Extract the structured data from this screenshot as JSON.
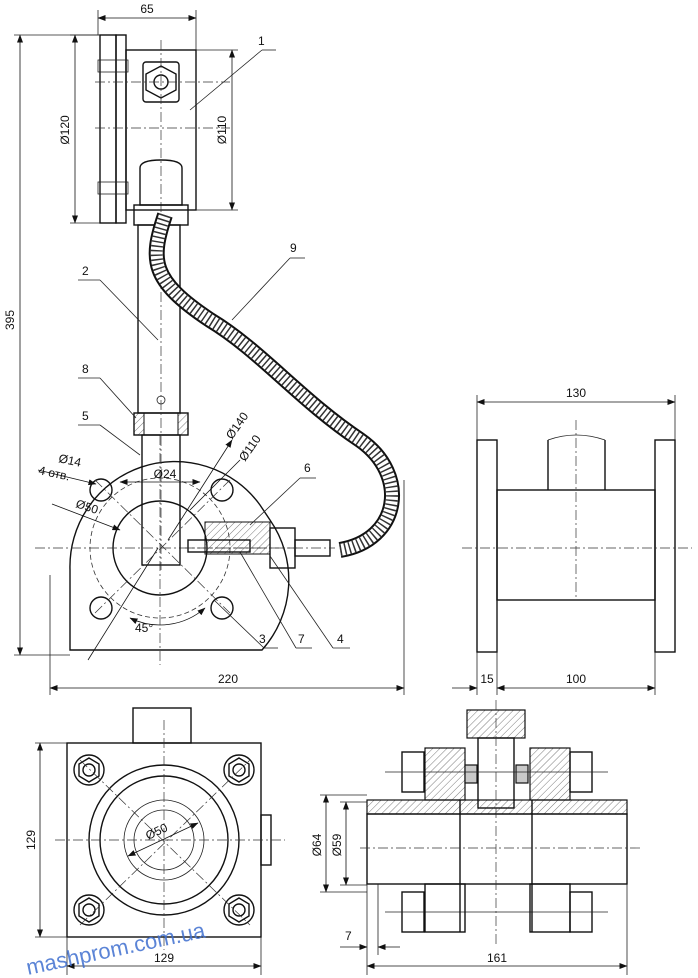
{
  "dims": {
    "d65": "65",
    "d395": "395",
    "d120": "Ø120",
    "d110a": "Ø110",
    "d140": "Ø140",
    "d110b": "Ø110",
    "d24": "Ø24",
    "d14": "Ø14",
    "holes": "4 отв.",
    "d50a": "Ø50",
    "deg45": "45°",
    "d220": "220",
    "d130": "130",
    "d15": "15",
    "d100": "100",
    "d129v": "129",
    "d129h": "129",
    "d50b": "Ø50",
    "d64": "Ø64",
    "d59": "Ø59",
    "d7": "7",
    "d161": "161"
  },
  "callouts": [
    "1",
    "2",
    "3",
    "4",
    "5",
    "6",
    "7",
    "8",
    "9"
  ],
  "watermark": "mashprom.com.ua"
}
